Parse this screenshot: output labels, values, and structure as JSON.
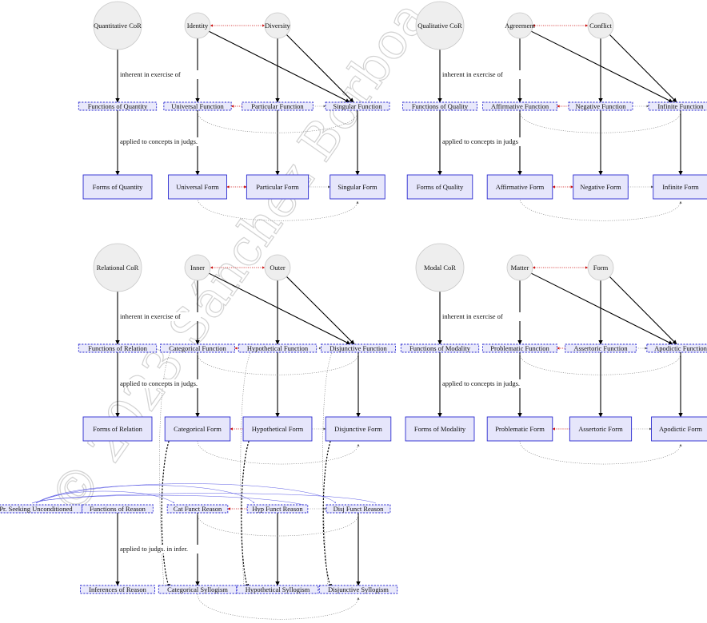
{
  "watermark": "© 2023 Sánchez Borboa",
  "colors": {
    "function_border": "#2a2ad0",
    "function_fill": "#e9e9fb",
    "form_fill": "#e6e6fb",
    "red_link": "#cc1111",
    "grey_link": "#777777",
    "blue_link": "#4040e0"
  },
  "nodes": [
    {
      "id": "qn_cor",
      "kind": "circle",
      "text": "Quantitative CoR"
    },
    {
      "id": "identity",
      "kind": "smallcircle",
      "text": "Identity"
    },
    {
      "id": "diversity",
      "kind": "smallcircle",
      "text": "Diversity"
    },
    {
      "id": "qn_fn",
      "kind": "function",
      "text": "Functions of Quantity"
    },
    {
      "id": "univ_fn",
      "kind": "function",
      "text": "Universal Function"
    },
    {
      "id": "part_fn",
      "kind": "function",
      "text": "Particular Function"
    },
    {
      "id": "sing_fn",
      "kind": "function",
      "text": "Singular Function"
    },
    {
      "id": "qn_forms",
      "kind": "form",
      "text": "Forms of Quantity"
    },
    {
      "id": "univ_form",
      "kind": "form",
      "text": "Universal Form"
    },
    {
      "id": "part_form",
      "kind": "form",
      "text": "Particular Form"
    },
    {
      "id": "sing_form",
      "kind": "form",
      "text": "Singular Form"
    },
    {
      "id": "ql_cor",
      "kind": "circle",
      "text": "Qualitative CoR"
    },
    {
      "id": "agreement",
      "kind": "smallcircle",
      "text": "Agreement"
    },
    {
      "id": "conflict",
      "kind": "smallcircle",
      "text": "Conflict"
    },
    {
      "id": "ql_fn",
      "kind": "function",
      "text": "Functions of Quality"
    },
    {
      "id": "aff_fn",
      "kind": "function",
      "text": "Affirmative Function"
    },
    {
      "id": "neg_fn",
      "kind": "function",
      "text": "Negative Function"
    },
    {
      "id": "inf_fn",
      "kind": "function",
      "text": "Infinite Function"
    },
    {
      "id": "ql_forms",
      "kind": "form",
      "text": "Forms of Quality"
    },
    {
      "id": "aff_form",
      "kind": "form",
      "text": "Affirmative Form"
    },
    {
      "id": "neg_form",
      "kind": "form",
      "text": "Negative Form"
    },
    {
      "id": "inf_form",
      "kind": "form",
      "text": "Infinite Form"
    },
    {
      "id": "rel_cor",
      "kind": "circle",
      "text": "Relational CoR"
    },
    {
      "id": "inner",
      "kind": "smallcircle",
      "text": "Inner"
    },
    {
      "id": "outer",
      "kind": "smallcircle",
      "text": "Outer"
    },
    {
      "id": "rel_fn",
      "kind": "function",
      "text": "Functions of Relation"
    },
    {
      "id": "cat_fn",
      "kind": "function",
      "text": "Categorical Function"
    },
    {
      "id": "hyp_fn",
      "kind": "function",
      "text": "Hypothetical Function"
    },
    {
      "id": "dis_fn",
      "kind": "function",
      "text": "Disjunctive Function"
    },
    {
      "id": "rel_forms",
      "kind": "form",
      "text": "Forms of Relation"
    },
    {
      "id": "cat_form",
      "kind": "form",
      "text": "Categorical Form"
    },
    {
      "id": "hyp_form",
      "kind": "form",
      "text": "Hypothetical Form"
    },
    {
      "id": "dis_form",
      "kind": "form",
      "text": "Disjunctive Form"
    },
    {
      "id": "mod_cor",
      "kind": "circle",
      "text": "Modal CoR"
    },
    {
      "id": "matter",
      "kind": "smallcircle",
      "text": "Matter"
    },
    {
      "id": "form_c",
      "kind": "smallcircle",
      "text": "Form"
    },
    {
      "id": "mod_fn",
      "kind": "function",
      "text": "Functions of Modality"
    },
    {
      "id": "prob_fn",
      "kind": "function",
      "text": "Problematic Function"
    },
    {
      "id": "ass_fn",
      "kind": "function",
      "text": "Assertoric Function"
    },
    {
      "id": "apo_fn",
      "kind": "function",
      "text": "Apodictic Function"
    },
    {
      "id": "mod_forms",
      "kind": "form",
      "text": "Forms of Modality"
    },
    {
      "id": "prob_form",
      "kind": "form",
      "text": "Problematic Form"
    },
    {
      "id": "ass_form",
      "kind": "form",
      "text": "Assertoric Form"
    },
    {
      "id": "apo_form",
      "kind": "form",
      "text": "Apodictic Form"
    },
    {
      "id": "pr_seek",
      "kind": "function",
      "text": "Pr. Seeking Unconditioned"
    },
    {
      "id": "reason_fn",
      "kind": "function",
      "text": "Functions of Reason"
    },
    {
      "id": "cat_fr",
      "kind": "function",
      "text": "Cat Funct Reason"
    },
    {
      "id": "hyp_fr",
      "kind": "function",
      "text": "Hyp Funct Reason"
    },
    {
      "id": "dis_fr",
      "kind": "function",
      "text": "Disj Funct Reason"
    },
    {
      "id": "inf_reason",
      "kind": "function",
      "text": "Inferences of Reason"
    },
    {
      "id": "cat_syl",
      "kind": "function",
      "text": "Categorical Syllogism"
    },
    {
      "id": "hyp_syl",
      "kind": "function",
      "text": "Hypothetical Syllogism"
    },
    {
      "id": "dis_syl",
      "kind": "function",
      "text": "Disjunctive Syllogism"
    }
  ],
  "edge_labels": [
    {
      "id": "q_inh",
      "text": "inherent in exercise of"
    },
    {
      "id": "q_app",
      "text": "applied to concepts in judgs."
    },
    {
      "id": "l_inh",
      "text": "inherent in exercise of"
    },
    {
      "id": "l_app",
      "text": "applied to concepts in judgs"
    },
    {
      "id": "r_inh",
      "text": "inherent in exercise of"
    },
    {
      "id": "r_app",
      "text": "applied to concepts in judgs."
    },
    {
      "id": "m_inh",
      "text": "inherent in exercise of"
    },
    {
      "id": "m_app",
      "text": "applied to concepts in judgs."
    },
    {
      "id": "x_app",
      "text": "applied to judgs. in infer."
    }
  ],
  "edges": [
    {
      "from": "qn_cor",
      "to": "qn_fn",
      "style": "solid"
    },
    {
      "from": "qn_fn",
      "to": "qn_forms",
      "style": "solid"
    },
    {
      "from": "identity",
      "to": "diversity",
      "style": "red-dotted",
      "both": true
    },
    {
      "from": "identity",
      "to": "univ_fn",
      "style": "solid"
    },
    {
      "from": "identity",
      "to": "sing_fn",
      "style": "solid"
    },
    {
      "from": "diversity",
      "to": "part_fn",
      "style": "solid"
    },
    {
      "from": "diversity",
      "to": "sing_fn",
      "style": "solid"
    },
    {
      "from": "part_fn",
      "to": "univ_fn",
      "style": "red-dotted"
    },
    {
      "from": "part_fn",
      "to": "sing_fn",
      "style": "grey-dotted"
    },
    {
      "from": "univ_fn",
      "to": "univ_form",
      "style": "solid"
    },
    {
      "from": "part_fn",
      "to": "part_form",
      "style": "solid"
    },
    {
      "from": "sing_fn",
      "to": "sing_form",
      "style": "solid"
    },
    {
      "from": "univ_form",
      "to": "part_form",
      "style": "red-dotted",
      "both": true
    },
    {
      "from": "part_form",
      "to": "sing_form",
      "style": "grey-dotted"
    },
    {
      "from": "ql_cor",
      "to": "ql_fn",
      "style": "solid"
    },
    {
      "from": "ql_fn",
      "to": "ql_forms",
      "style": "solid"
    },
    {
      "from": "agreement",
      "to": "conflict",
      "style": "red-dotted",
      "both": true
    },
    {
      "from": "agreement",
      "to": "aff_fn",
      "style": "solid"
    },
    {
      "from": "agreement",
      "to": "inf_fn",
      "style": "solid"
    },
    {
      "from": "conflict",
      "to": "neg_fn",
      "style": "solid"
    },
    {
      "from": "conflict",
      "to": "inf_fn",
      "style": "solid"
    },
    {
      "from": "neg_fn",
      "to": "aff_fn",
      "style": "red-dotted"
    },
    {
      "from": "neg_fn",
      "to": "inf_fn",
      "style": "grey-dotted"
    },
    {
      "from": "aff_fn",
      "to": "aff_form",
      "style": "solid"
    },
    {
      "from": "neg_fn",
      "to": "neg_form",
      "style": "solid"
    },
    {
      "from": "inf_fn",
      "to": "inf_form",
      "style": "solid"
    },
    {
      "from": "aff_form",
      "to": "neg_form",
      "style": "red-dotted",
      "both": true
    },
    {
      "from": "neg_form",
      "to": "inf_form",
      "style": "grey-dotted"
    },
    {
      "from": "rel_cor",
      "to": "rel_fn",
      "style": "solid"
    },
    {
      "from": "rel_fn",
      "to": "rel_forms",
      "style": "solid"
    },
    {
      "from": "inner",
      "to": "outer",
      "style": "red-dotted",
      "both": true
    },
    {
      "from": "inner",
      "to": "cat_fn",
      "style": "solid"
    },
    {
      "from": "inner",
      "to": "dis_fn",
      "style": "solid"
    },
    {
      "from": "outer",
      "to": "hyp_fn",
      "style": "solid"
    },
    {
      "from": "outer",
      "to": "dis_fn",
      "style": "solid"
    },
    {
      "from": "hyp_fn",
      "to": "cat_fn",
      "style": "red-dotted"
    },
    {
      "from": "hyp_fn",
      "to": "dis_fn",
      "style": "grey-dotted"
    },
    {
      "from": "cat_fn",
      "to": "cat_form",
      "style": "solid"
    },
    {
      "from": "hyp_fn",
      "to": "hyp_form",
      "style": "solid"
    },
    {
      "from": "dis_fn",
      "to": "dis_form",
      "style": "solid"
    },
    {
      "from": "hyp_form",
      "to": "cat_form",
      "style": "red-dotted"
    },
    {
      "from": "hyp_form",
      "to": "dis_form",
      "style": "grey-dotted"
    },
    {
      "from": "mod_cor",
      "to": "mod_fn",
      "style": "solid"
    },
    {
      "from": "mod_fn",
      "to": "mod_forms",
      "style": "solid"
    },
    {
      "from": "matter",
      "to": "form_c",
      "style": "red-dotted",
      "both": true
    },
    {
      "from": "matter",
      "to": "prob_fn",
      "style": "solid"
    },
    {
      "from": "matter",
      "to": "apo_fn",
      "style": "solid"
    },
    {
      "from": "form_c",
      "to": "ass_fn",
      "style": "solid"
    },
    {
      "from": "form_c",
      "to": "apo_fn",
      "style": "solid"
    },
    {
      "from": "ass_fn",
      "to": "prob_fn",
      "style": "red-dotted"
    },
    {
      "from": "ass_fn",
      "to": "apo_fn",
      "style": "grey-dotted"
    },
    {
      "from": "prob_fn",
      "to": "prob_form",
      "style": "solid"
    },
    {
      "from": "ass_fn",
      "to": "ass_form",
      "style": "solid"
    },
    {
      "from": "apo_fn",
      "to": "apo_form",
      "style": "solid"
    },
    {
      "from": "ass_form",
      "to": "prob_form",
      "style": "red-dotted"
    },
    {
      "from": "ass_form",
      "to": "apo_form",
      "style": "grey-dotted"
    },
    {
      "from": "reason_fn",
      "to": "inf_reason",
      "style": "solid"
    },
    {
      "from": "cat_fr",
      "to": "cat_syl",
      "style": "solid"
    },
    {
      "from": "hyp_fr",
      "to": "hyp_syl",
      "style": "solid"
    },
    {
      "from": "dis_fr",
      "to": "dis_syl",
      "style": "solid"
    },
    {
      "from": "hyp_fr",
      "to": "cat_fr",
      "style": "red-dotted"
    },
    {
      "from": "hyp_fr",
      "to": "dis_fr",
      "style": "grey-dotted"
    },
    {
      "from": "hyp_syl",
      "to": "cat_syl",
      "style": "red-dotted"
    },
    {
      "from": "hyp_syl",
      "to": "dis_syl",
      "style": "grey-dotted"
    }
  ]
}
